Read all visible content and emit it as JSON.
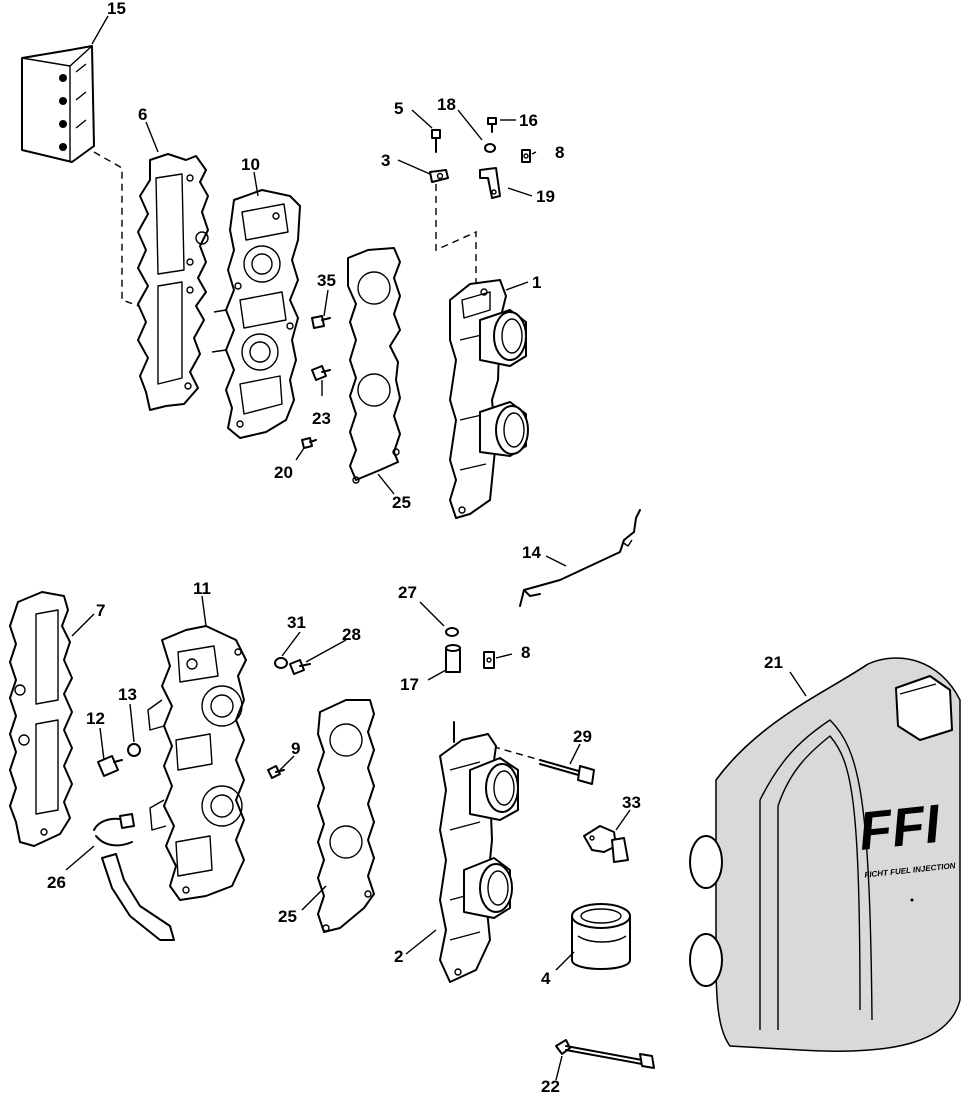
{
  "callouts": {
    "c15": "15",
    "c6": "6",
    "c10": "10",
    "c5": "5",
    "c18": "18",
    "c16": "16",
    "c3": "3",
    "c8a": "8",
    "c19": "19",
    "c1": "1",
    "c35": "35",
    "c23": "23",
    "c20": "20",
    "c25a": "25",
    "c14": "14",
    "c11": "11",
    "c7": "7",
    "c31": "31",
    "c28": "28",
    "c27": "27",
    "c8b": "8",
    "c17": "17",
    "c21": "21",
    "c13": "13",
    "c12": "12",
    "c9": "9",
    "c29": "29",
    "c33": "33",
    "c26": "26",
    "c25b": "25",
    "c2": "2",
    "c4": "4",
    "c22": "22"
  },
  "cover_logo": "FFI",
  "cover_subtext": "FICHT FUEL INJECTION"
}
